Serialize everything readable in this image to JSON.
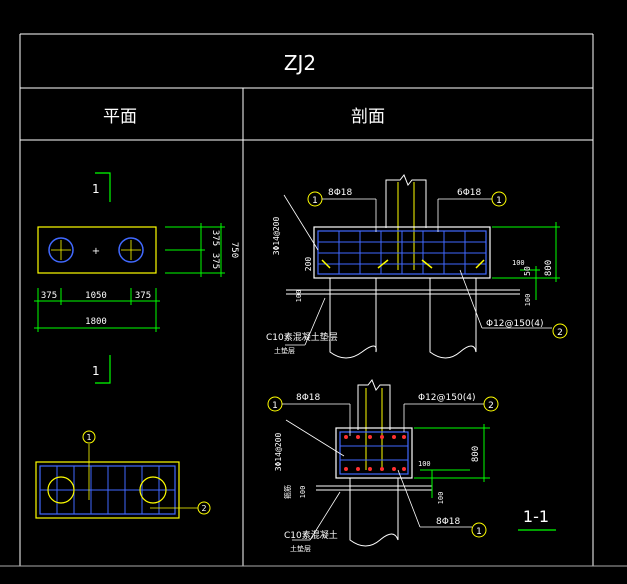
{
  "drawing": {
    "title": "ZJ2",
    "col_plan": "平面",
    "col_section": "剖面",
    "section_label": "1-1"
  },
  "plan": {
    "cut_marker_top": "1",
    "cut_marker_bottom": "1",
    "dim_375_left": "375",
    "dim_1050": "1050",
    "dim_375_right": "375",
    "dim_1800": "1800",
    "dim_375_v1": "375",
    "dim_375_v2": "375",
    "dim_750": "750",
    "bubble_1": "1",
    "bubble_2": "2"
  },
  "section_upper": {
    "bubble_1": "1",
    "rebar_label_1": "8Φ18",
    "rebar_label_2": "6Φ18",
    "bubble_top_right": "1",
    "side_bars": "3Φ14@200",
    "cover_200": "200",
    "dim_100_a": "100",
    "dim_50": "50",
    "dim_800": "800",
    "dim_100_b": "100",
    "dim_100_c": "100",
    "stirrup": "Φ12@150(4)",
    "bubble_2": "2",
    "c10_label": "C10素混凝土垫层",
    "c10_line2": "土垫层"
  },
  "section_lower": {
    "bubble_1": "1",
    "rebar_label_1": "8Φ18",
    "stirrup": "Φ12@150(4)",
    "bubble_2": "2",
    "side_bars": "3Φ14@200",
    "hatch_label": "箍筋",
    "dim_100": "100",
    "dim_800": "800",
    "dim_100_b": "100",
    "dim_100_c": "100",
    "bottom_bars": "8Φ18",
    "bubble_bottom": "1",
    "c10_label": "C10素混凝土",
    "c10_line2": "土垫层"
  }
}
